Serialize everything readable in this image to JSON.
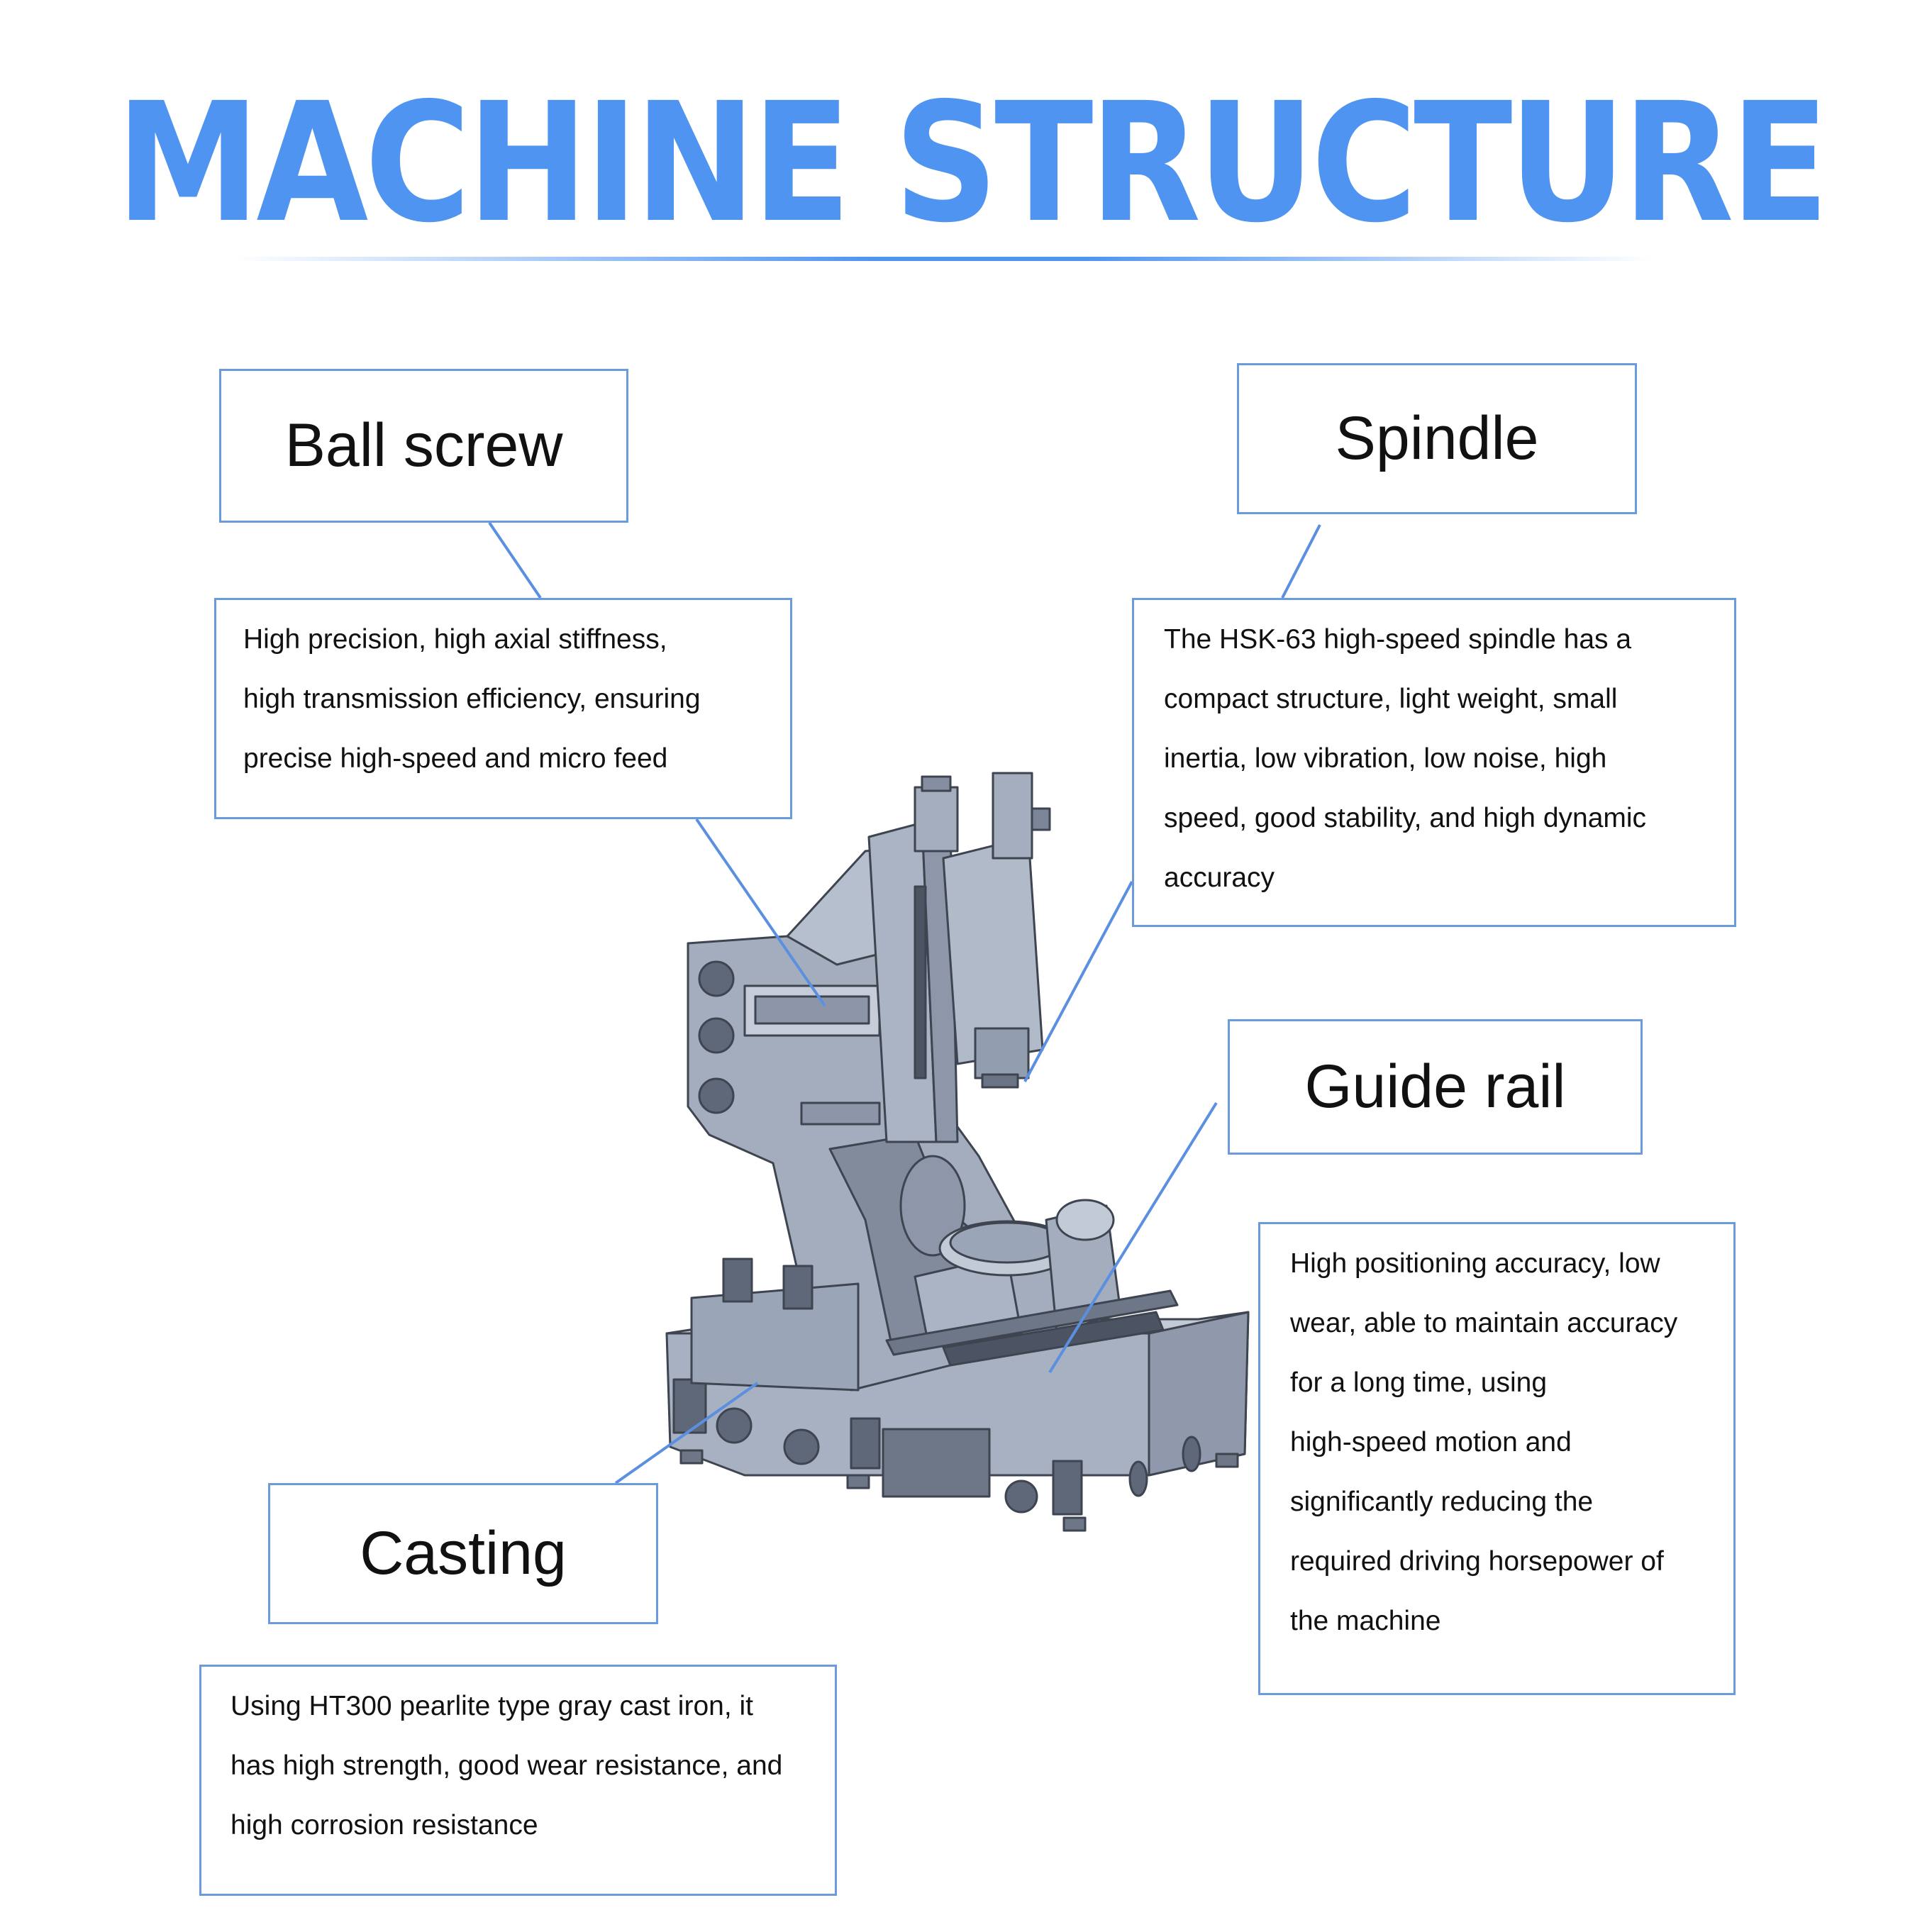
{
  "title": "MACHINE STRUCTURE",
  "colors": {
    "accent": "#4f94f0",
    "box_border": "#6b9bdc",
    "callout_line": "#5b8fe0",
    "machine_body": "#9aa6b8"
  },
  "callouts": {
    "ball_screw": {
      "label": "Ball screw",
      "description": "High precision, high axial stiffness, high transmission efficiency, ensuring precise high-speed and micro feed",
      "lines": [
        "High precision, high axial stiffness,",
        "high transmission efficiency, ensuring",
        "precise high-speed and micro feed"
      ]
    },
    "spindle": {
      "label": "Spindle",
      "description": "The HSK-63 high-speed spindle has a compact structure, light weight, small inertia, low vibration, low noise, high speed, good stability, and high dynamic accuracy",
      "lines": [
        "The HSK-63 high-speed spindle has a",
        "compact structure, light weight, small",
        "inertia, low vibration, low noise, high",
        "speed, good stability, and high dynamic",
        "accuracy"
      ]
    },
    "guide_rail": {
      "label": "Guide rail",
      "description": "High positioning accuracy, low wear, able to maintain accuracy for a long time, using high-speed motion and significantly reducing the required driving horsepower of the machine",
      "lines": [
        "High positioning accuracy, low",
        "wear, able to maintain accuracy",
        "for a long time, using",
        "high-speed motion and",
        "significantly reducing the",
        "required driving horsepower of",
        "the machine"
      ]
    },
    "casting": {
      "label": "Casting",
      "description": "Using HT300 pearlite type gray cast iron, it has high strength, good wear resistance, and high corrosion resistance",
      "lines": [
        "Using HT300 pearlite type gray cast iron, it",
        "has high strength, good wear resistance, and",
        "high corrosion resistance"
      ]
    }
  }
}
